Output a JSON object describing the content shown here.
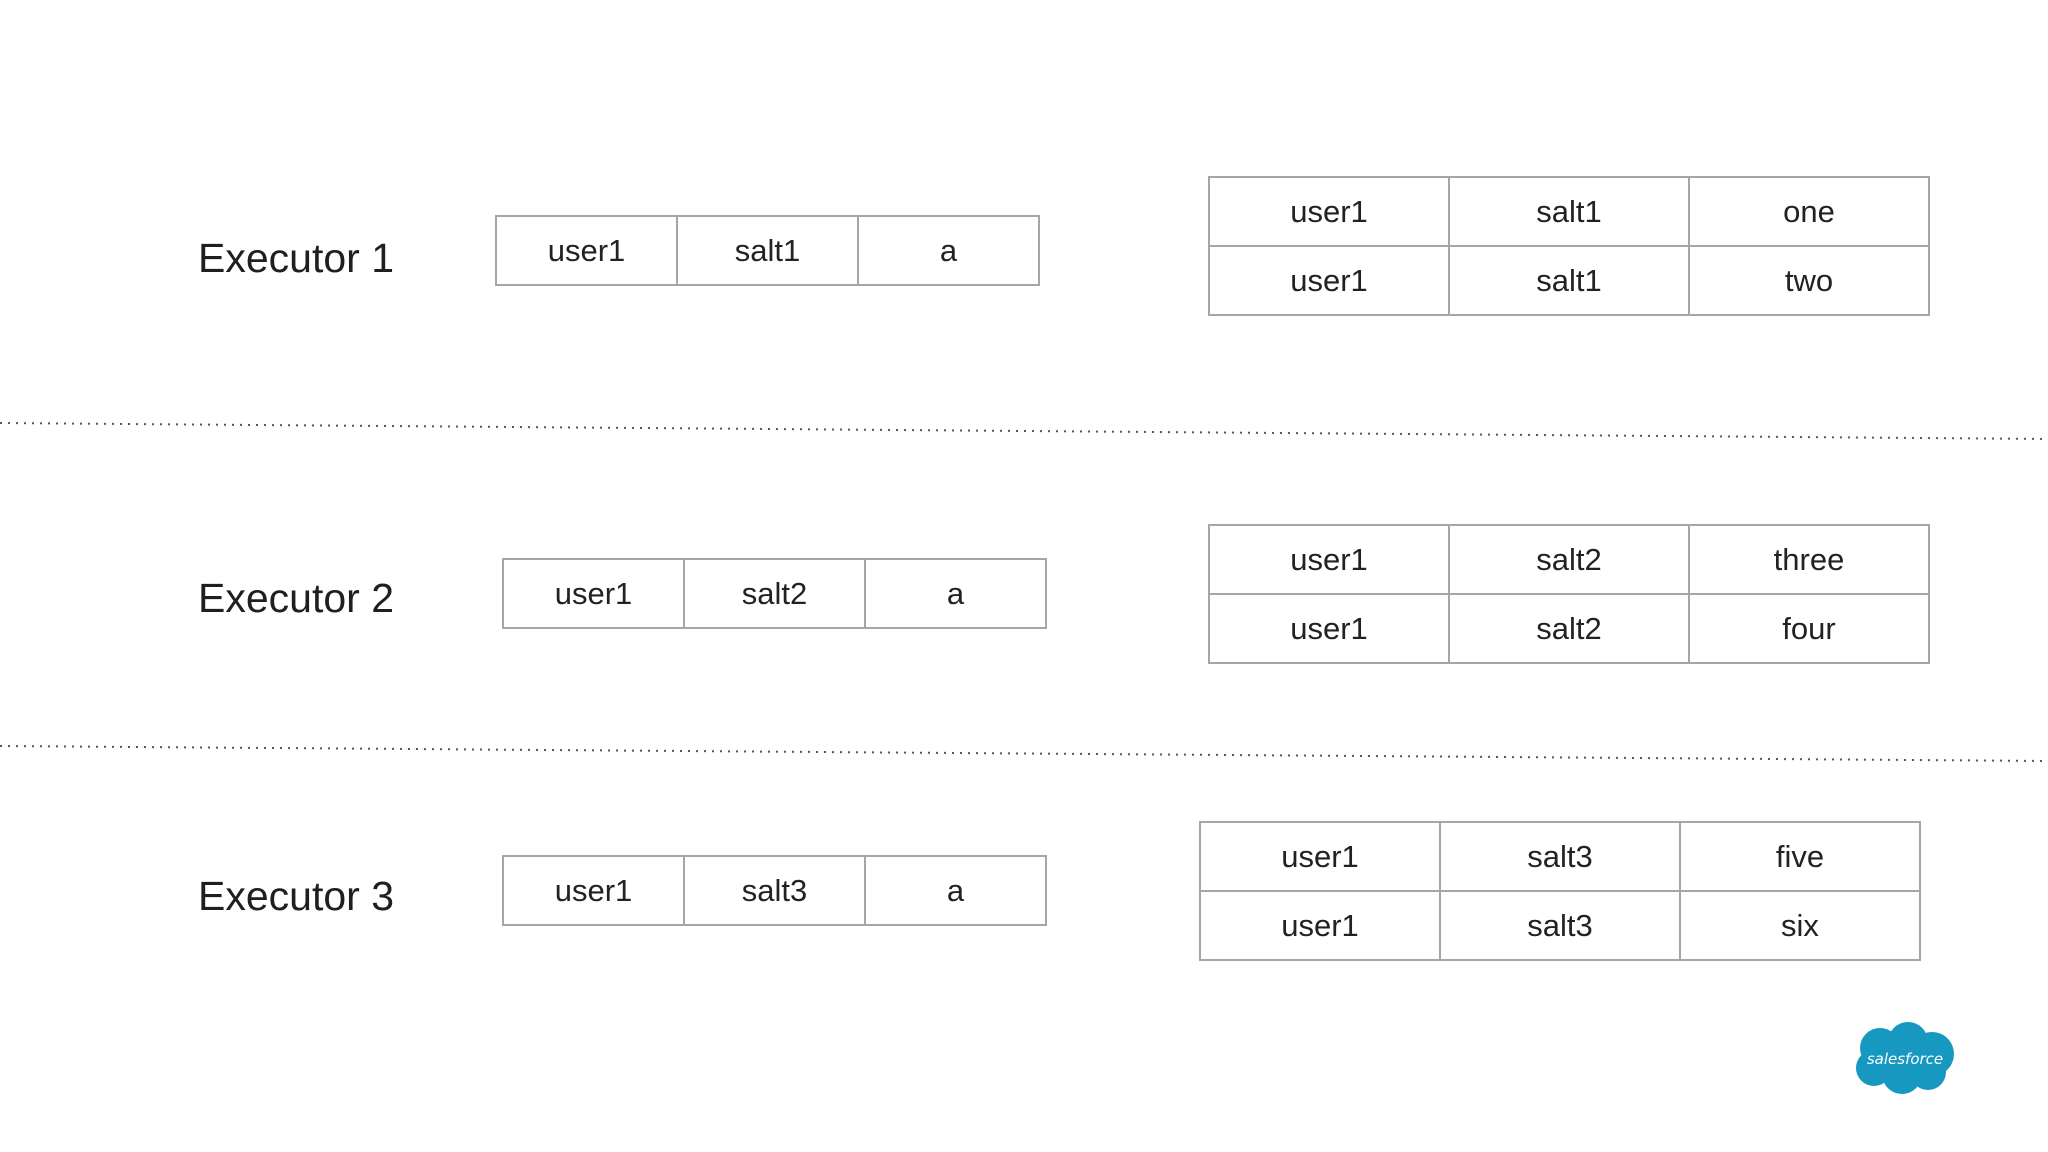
{
  "executors": [
    {
      "label": "Executor 1",
      "left_row": [
        "user1",
        "salt1",
        "a"
      ],
      "right_rows": [
        [
          "user1",
          "salt1",
          "one"
        ],
        [
          "user1",
          "salt1",
          "two"
        ]
      ]
    },
    {
      "label": "Executor 2",
      "left_row": [
        "user1",
        "salt2",
        "a"
      ],
      "right_rows": [
        [
          "user1",
          "salt2",
          "three"
        ],
        [
          "user1",
          "salt2",
          "four"
        ]
      ]
    },
    {
      "label": "Executor 3",
      "left_row": [
        "user1",
        "salt3",
        "a"
      ],
      "right_rows": [
        [
          "user1",
          "salt3",
          "five"
        ],
        [
          "user1",
          "salt3",
          "six"
        ]
      ]
    }
  ],
  "logo": {
    "text": "salesforce",
    "color": "#1798c1"
  }
}
